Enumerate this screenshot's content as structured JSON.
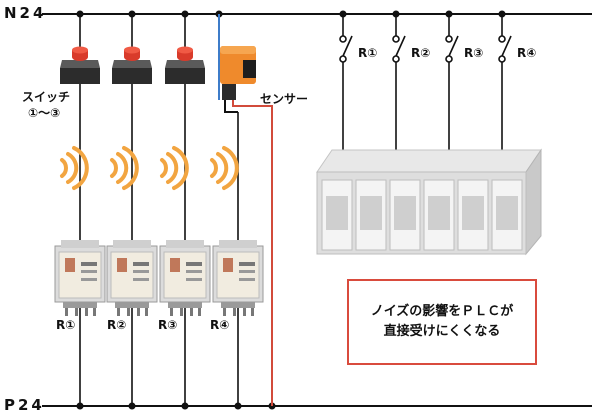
{
  "rails": {
    "top": "N24",
    "bottom": "P24"
  },
  "switches": {
    "label": "スイッチ",
    "range": "①〜③"
  },
  "sensor": {
    "label": "センサー"
  },
  "relays": [
    "R①",
    "R②",
    "R③",
    "R④"
  ],
  "contacts": [
    "R①",
    "R②",
    "R③",
    "R④"
  ],
  "note": {
    "line1": "ノイズの影響をＰＬＣが",
    "line2": "直接受けにくくなる"
  },
  "colors": {
    "rail": "#111111",
    "noise": "#f2a541",
    "sensor_body": "#ef8a2c",
    "wire_blue": "#3d7cc9",
    "wire_red": "#d24b3b",
    "note_border": "#d94b3d",
    "button_red": "#d93b2b"
  }
}
